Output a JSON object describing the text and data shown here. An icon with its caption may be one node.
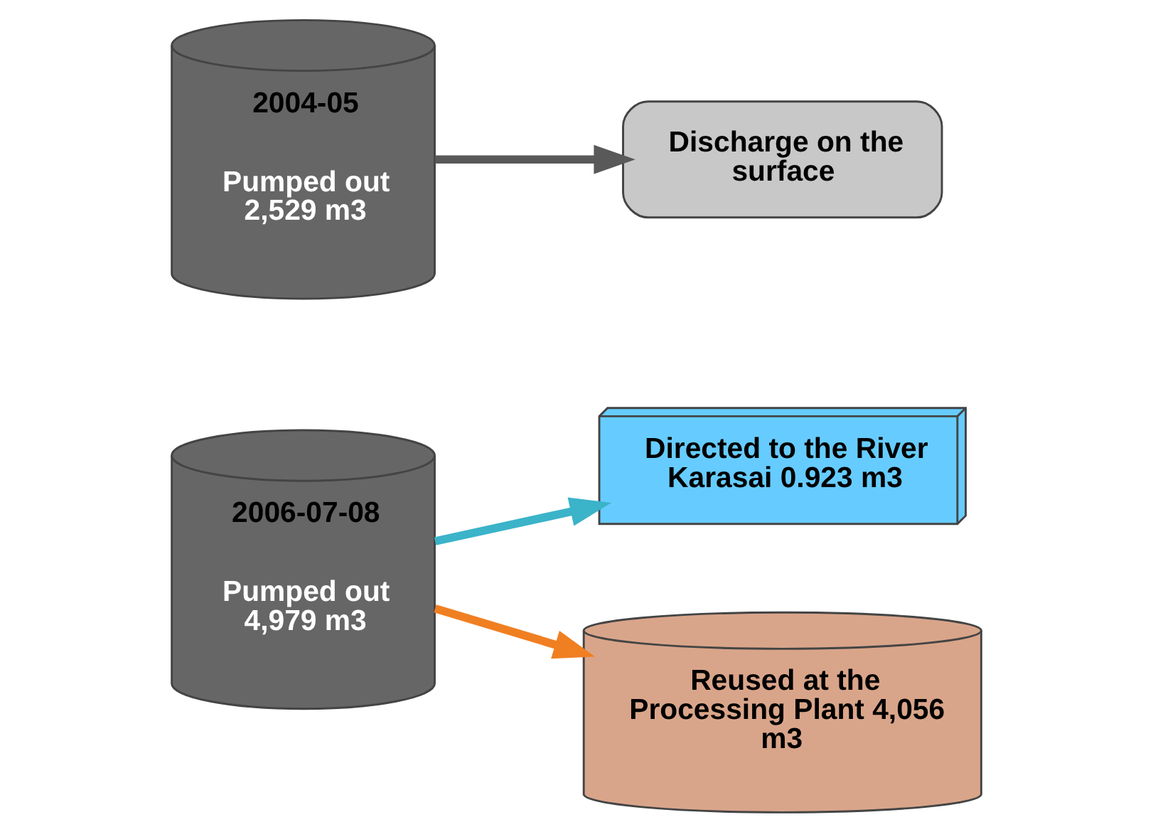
{
  "diagram": {
    "nodes": [
      {
        "text": [
          "2004-05",
          "Pumped out 2,529 m3"
        ]
      },
      {
        "text": [
          "Discharge on the surface"
        ]
      },
      {
        "text": [
          "2006-07-08",
          "Pumped out 4,979 m3"
        ]
      },
      {
        "text": [
          "Reused at the Processing Plant 4,056 m3"
        ]
      },
      {
        "text": [
          "Directed to the River Karasai 0.923 m3"
        ]
      }
    ],
    "edges": [
      {
        "from": 0,
        "to": 1,
        "arrow": "to",
        "color": "#595959"
      },
      {
        "from": 2,
        "to": 3,
        "arrow": "to",
        "color": "#f07f22"
      },
      {
        "from": 2,
        "to": 4,
        "arrow": "to",
        "color": "#3bb3c9"
      }
    ]
  }
}
